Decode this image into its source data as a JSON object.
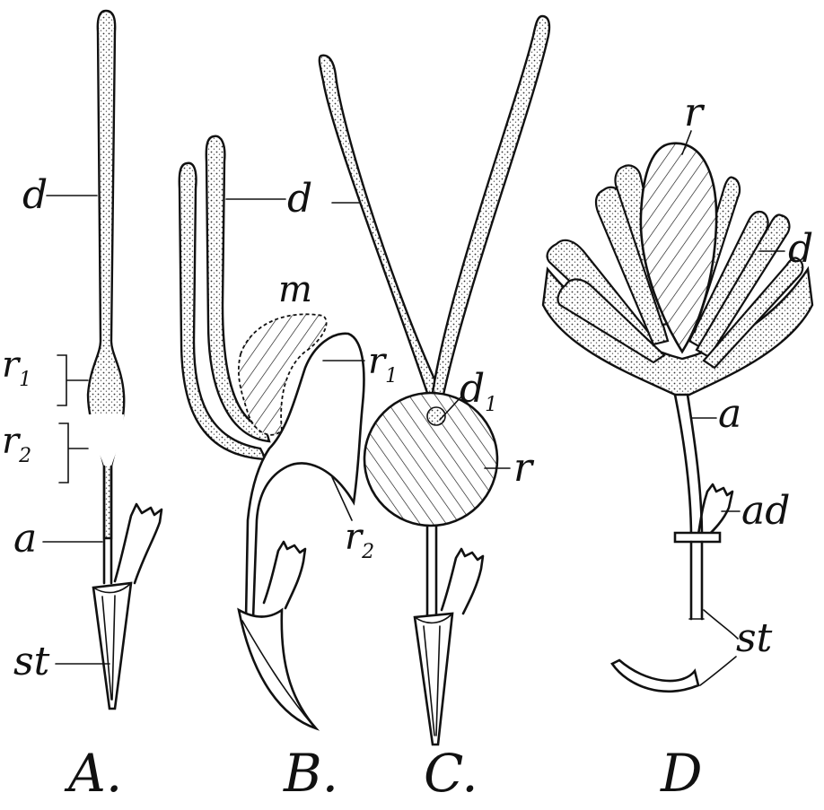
{
  "labels": {
    "A": {
      "d": "d",
      "r1_base": "r",
      "r1_sub": "1",
      "r2_base": "r",
      "r2_sub": "2",
      "a": "a",
      "st": "st"
    },
    "B": {
      "d": "d",
      "m": "m",
      "r1_base": "r",
      "r1_sub": "1",
      "r2_base": "r",
      "r2_sub": "2"
    },
    "C": {
      "d1_base": "d",
      "d1_sub": "1",
      "r": "r"
    },
    "D": {
      "r": "r",
      "d": "d",
      "a": "a",
      "ad": "ad",
      "st": "st"
    }
  },
  "captions": {
    "A": "A.",
    "B": "B.",
    "C": "C.",
    "D": "D"
  }
}
